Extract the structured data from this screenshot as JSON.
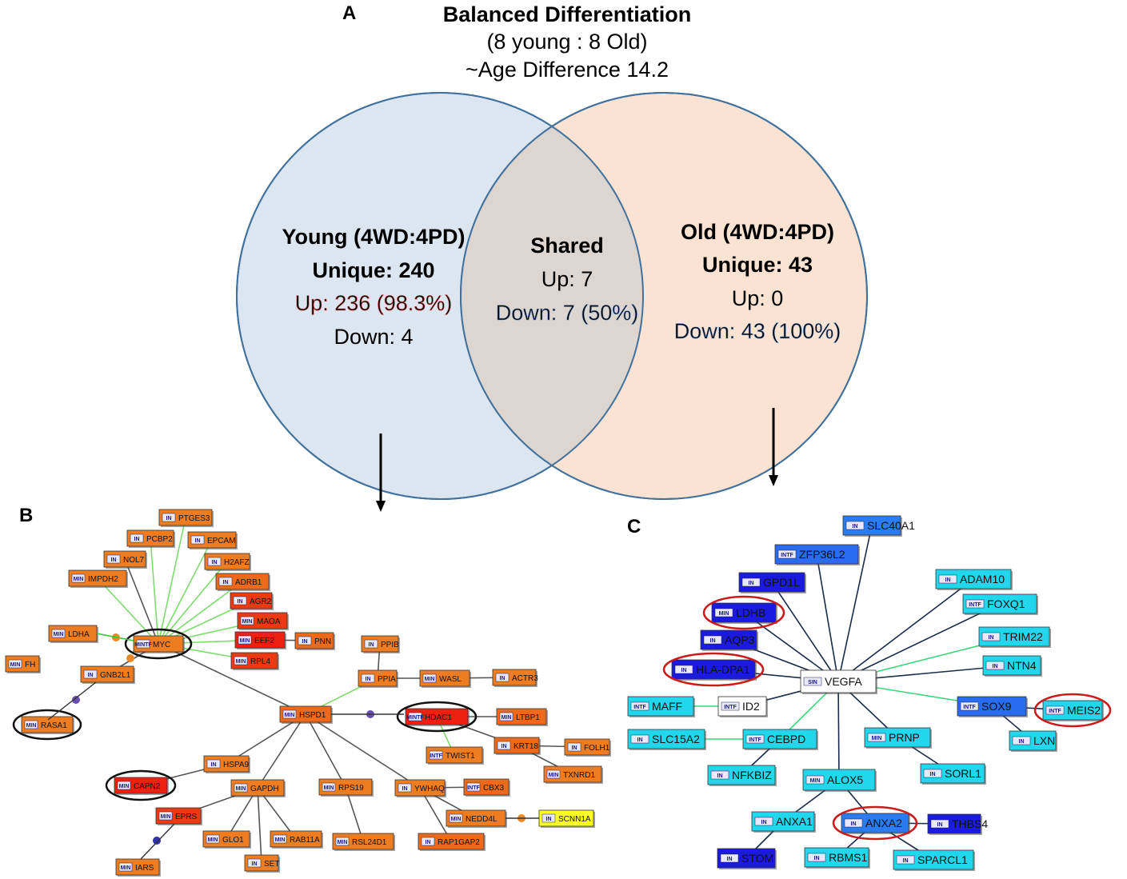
{
  "panels": {
    "a": "A",
    "b": "B",
    "c": "C"
  },
  "venn": {
    "title": "Balanced Differentiation",
    "subtitle1": "(8 young : 8 Old)",
    "subtitle2": "~Age Difference 14.2",
    "young": {
      "header": "Young (4WD:4PD)",
      "unique": "Unique: 240",
      "up": "Up: 236 (98.3%)",
      "down": "Down: 4",
      "color": "#dce6f1"
    },
    "shared": {
      "header": "Shared",
      "up": "Up: 7",
      "down": "Down: 7 (50%)",
      "color": "#ddd5cf"
    },
    "old": {
      "header": "Old (4WD:4PD)",
      "unique": "Unique: 43",
      "up": "Up: 0",
      "down": "Down: 43 (100%)",
      "color": "#fbe3d3"
    }
  },
  "network_b": {
    "nodes": [
      {
        "id": "PTGES3",
        "tag": "IN",
        "color": "#ee7d22"
      },
      {
        "id": "PCBP2",
        "tag": "IN",
        "color": "#ee7d22"
      },
      {
        "id": "EPCAM",
        "tag": "IN",
        "color": "#ee7d22"
      },
      {
        "id": "NOL7",
        "tag": "IN",
        "color": "#ee7d22"
      },
      {
        "id": "H2AFZ",
        "tag": "IN",
        "color": "#ee7d22"
      },
      {
        "id": "IMPDH2",
        "tag": "MIN",
        "color": "#ee7d22"
      },
      {
        "id": "ADRB1",
        "tag": "IN",
        "color": "#ee6a1a"
      },
      {
        "id": "AGR2",
        "tag": "IN",
        "color": "#ee3a12"
      },
      {
        "id": "MAOA",
        "tag": "MIN",
        "color": "#ee3a12"
      },
      {
        "id": "EEF2",
        "tag": "MIN",
        "color": "#ee2010"
      },
      {
        "id": "PNN",
        "tag": "IN",
        "color": "#ee6a1a"
      },
      {
        "id": "RPL4",
        "tag": "MIN",
        "color": "#ee3a12"
      },
      {
        "id": "LDHA",
        "tag": "MIN",
        "color": "#ee7d22"
      },
      {
        "id": "MYC",
        "tag": "MINTF",
        "color": "#ee7d22"
      },
      {
        "id": "FH",
        "tag": "MIN",
        "color": "#ee7d22"
      },
      {
        "id": "GNB2L1",
        "tag": "IN",
        "color": "#ee7d22"
      },
      {
        "id": "RASA1",
        "tag": "MIN",
        "color": "#ee7d22"
      },
      {
        "id": "PPIB",
        "tag": "IN",
        "color": "#ee7d22"
      },
      {
        "id": "PPIA",
        "tag": "IN",
        "color": "#ee7d22"
      },
      {
        "id": "WASL",
        "tag": "MIN",
        "color": "#ee7d22"
      },
      {
        "id": "ACTR3",
        "tag": "IN",
        "color": "#ee7d22"
      },
      {
        "id": "HSPD1",
        "tag": "MIN",
        "color": "#ee6a1a"
      },
      {
        "id": "HDAC1",
        "tag": "MINTF",
        "color": "#ee2010"
      },
      {
        "id": "LTBP1",
        "tag": "MIN",
        "color": "#ee6a1a"
      },
      {
        "id": "TWIST1",
        "tag": "INTF",
        "color": "#ee7d22"
      },
      {
        "id": "KRT18",
        "tag": "IN",
        "color": "#ee6a1a"
      },
      {
        "id": "FOLH1",
        "tag": "IN",
        "color": "#ee7d22"
      },
      {
        "id": "TXNRD1",
        "tag": "MIN",
        "color": "#ee7d22"
      },
      {
        "id": "HSPA9",
        "tag": "IN",
        "color": "#ee7d22"
      },
      {
        "id": "CAPN2",
        "tag": "MIN",
        "color": "#ee2010"
      },
      {
        "id": "GAPDH",
        "tag": "MIN",
        "color": "#ee7d22"
      },
      {
        "id": "RPS19",
        "tag": "MIN",
        "color": "#ee7d22"
      },
      {
        "id": "YWHAQ",
        "tag": "IN",
        "color": "#ee7d22"
      },
      {
        "id": "CBX3",
        "tag": "INTF",
        "color": "#ee6a1a"
      },
      {
        "id": "EPRS",
        "tag": "MIN",
        "color": "#ee3a12"
      },
      {
        "id": "NEDD4L",
        "tag": "MIN",
        "color": "#ee7d22"
      },
      {
        "id": "SCNN1A",
        "tag": "IN",
        "color": "#ffff22"
      },
      {
        "id": "GLO1",
        "tag": "MIN",
        "color": "#ee7d22"
      },
      {
        "id": "RAB11A",
        "tag": "MIN",
        "color": "#ee7d22"
      },
      {
        "id": "RSL24D1",
        "tag": "MIN",
        "color": "#ee7d22"
      },
      {
        "id": "RAP1GAP2",
        "tag": "IN",
        "color": "#ee6a1a"
      },
      {
        "id": "SET",
        "tag": "IN",
        "color": "#ee7d22"
      },
      {
        "id": "IARS",
        "tag": "MIN",
        "color": "#ee7d22"
      }
    ]
  },
  "network_c": {
    "nodes": [
      {
        "id": "SLC40A1",
        "tag": "IN",
        "color": "#2a7cf0"
      },
      {
        "id": "ZFP36L2",
        "tag": "INTF",
        "color": "#2a6cf0"
      },
      {
        "id": "ADAM10",
        "tag": "IN",
        "color": "#22d6ec"
      },
      {
        "id": "GPD1L",
        "tag": "IN",
        "color": "#1a1ae0"
      },
      {
        "id": "FOXQ1",
        "tag": "INTF",
        "color": "#22d6ec"
      },
      {
        "id": "LDHB",
        "tag": "MIN",
        "color": "#1a1ae0"
      },
      {
        "id": "TRIM22",
        "tag": "IN",
        "color": "#22d6ec"
      },
      {
        "id": "AQP3",
        "tag": "IN",
        "color": "#1a1ae0"
      },
      {
        "id": "NTN4",
        "tag": "IN",
        "color": "#22d6ec"
      },
      {
        "id": "HLA-DPA1",
        "tag": "IN",
        "color": "#1a1ae0"
      },
      {
        "id": "VEGFA",
        "tag": "SIN",
        "color": "#ffffff"
      },
      {
        "id": "MAFF",
        "tag": "INTF",
        "color": "#22d6ec"
      },
      {
        "id": "ID2",
        "tag": "INTF",
        "color": "#ffffff"
      },
      {
        "id": "SOX9",
        "tag": "INTF",
        "color": "#2a6cf0"
      },
      {
        "id": "MEIS2",
        "tag": "INTF",
        "color": "#22d6ec"
      },
      {
        "id": "SLC15A2",
        "tag": "IN",
        "color": "#22d6ec"
      },
      {
        "id": "CEBPD",
        "tag": "INTF",
        "color": "#22d6ec"
      },
      {
        "id": "PRNP",
        "tag": "MIN",
        "color": "#22d6ec"
      },
      {
        "id": "LXN",
        "tag": "IN",
        "color": "#22d6ec"
      },
      {
        "id": "NFKBIZ",
        "tag": "IN",
        "color": "#22d6ec"
      },
      {
        "id": "ALOX5",
        "tag": "MIN",
        "color": "#22d6ec"
      },
      {
        "id": "SORL1",
        "tag": "IN",
        "color": "#22d6ec"
      },
      {
        "id": "ANXA1",
        "tag": "IN",
        "color": "#22d6ec"
      },
      {
        "id": "ANXA2",
        "tag": "IN",
        "color": "#2a7cf0"
      },
      {
        "id": "THBS4",
        "tag": "IN",
        "color": "#1a1ae0"
      },
      {
        "id": "STOM",
        "tag": "IN",
        "color": "#1a1ae0"
      },
      {
        "id": "RBMS1",
        "tag": "IN",
        "color": "#22d6ec"
      },
      {
        "id": "SPARCL1",
        "tag": "IN",
        "color": "#22d6ec"
      }
    ]
  }
}
